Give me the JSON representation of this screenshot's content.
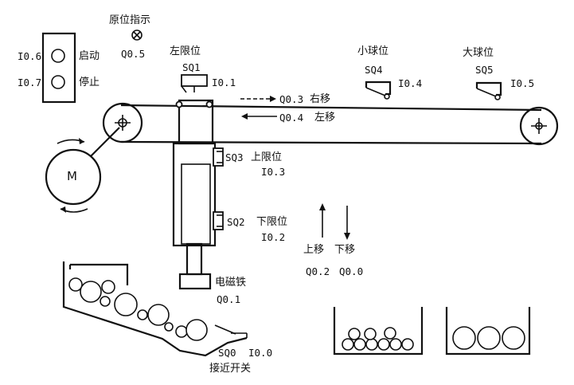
{
  "labels": {
    "home_indicator": "原位指示",
    "home_output": "Q0.5",
    "start_input": "I0.6",
    "start_label": "启动",
    "stop_input": "I0.7",
    "stop_label": "停止",
    "left_limit": "左限位",
    "sq1": "SQ1",
    "sq1_input": "I0.1",
    "small_ball_pos": "小球位",
    "sq4": "SQ4",
    "sq4_input": "I0.4",
    "big_ball_pos": "大球位",
    "sq5": "SQ5",
    "sq5_input": "I0.5",
    "move_right_output": "Q0.3",
    "move_right_label": "右移",
    "move_left_output": "Q0.4",
    "move_left_label": "左移",
    "sq3": "SQ3",
    "upper_limit": "上限位",
    "sq3_input": "I0.3",
    "sq2": "SQ2",
    "lower_limit": "下限位",
    "sq2_input": "I0.2",
    "up_label": "上移",
    "down_label": "下移",
    "up_output": "Q0.2",
    "down_output": "Q0.0",
    "magnet_label": "电磁铁",
    "magnet_output": "Q0.1",
    "sq0": "SQ0",
    "sq0_input": "I0.0",
    "proximity_switch": "接近开关",
    "motor": "M"
  }
}
